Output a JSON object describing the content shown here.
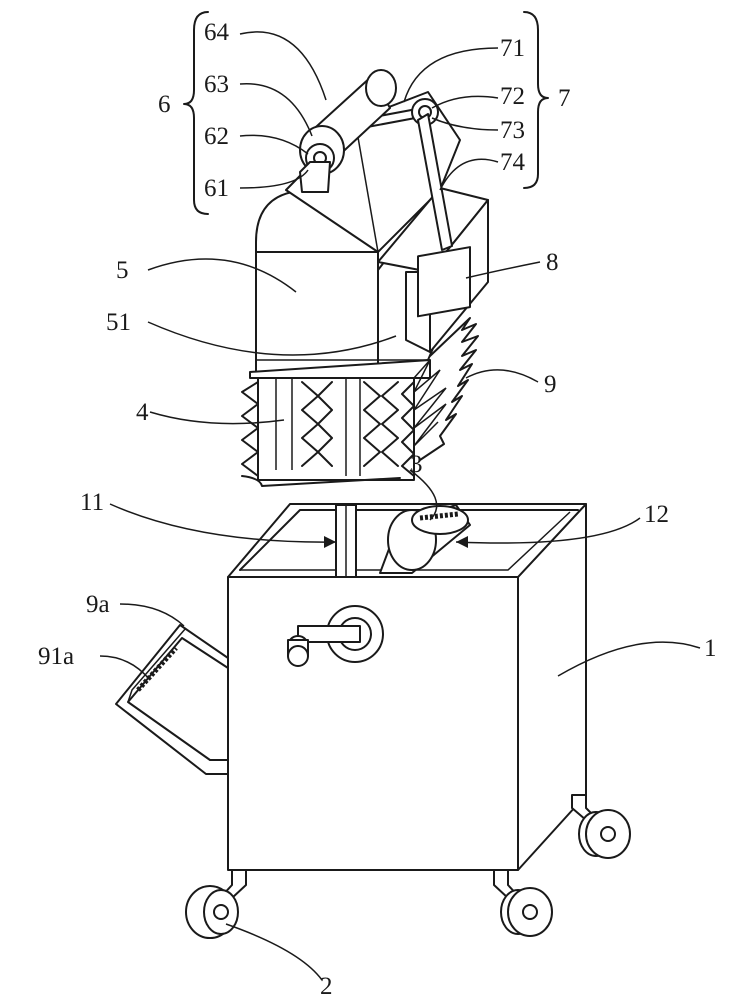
{
  "figure": {
    "labels": {
      "l64": "64",
      "l63": "63",
      "l62": "62",
      "l61": "61",
      "l6": "6",
      "l71": "71",
      "l72": "72",
      "l73": "73",
      "l74": "74",
      "l7": "7",
      "l5": "5",
      "l51": "51",
      "l8": "8",
      "l9": "9",
      "l4": "4",
      "l3": "3",
      "l11": "11",
      "l12": "12",
      "l9a": "9a",
      "l91a": "91a",
      "l1": "1",
      "l2": "2"
    }
  }
}
